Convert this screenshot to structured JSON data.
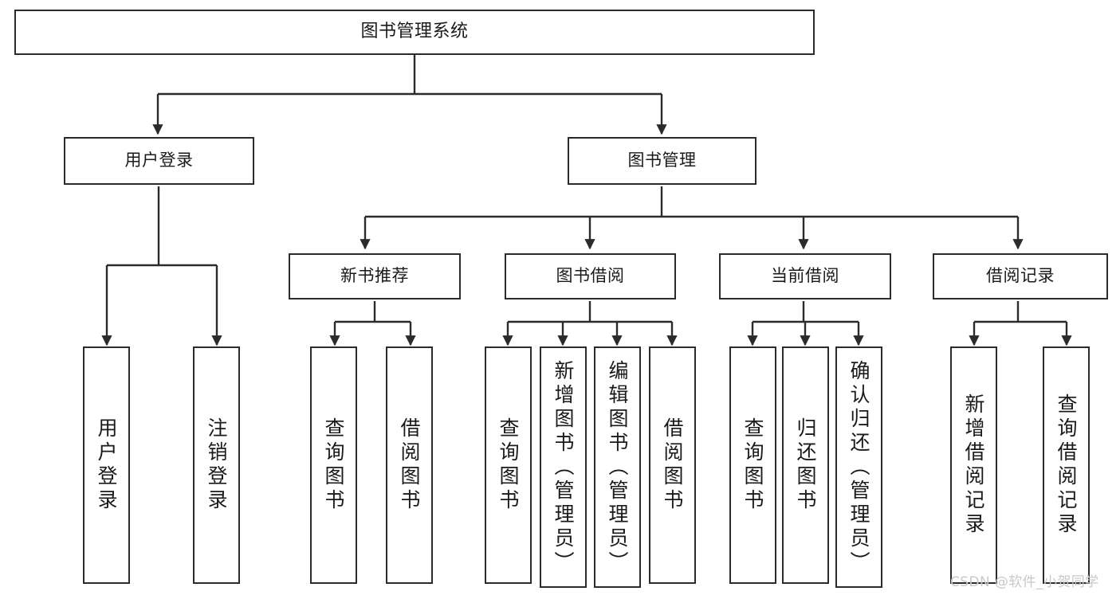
{
  "diagram": {
    "title": "图书管理系统",
    "watermark": "CSDN @软件_小贺同学",
    "colors": {
      "box_border": "#2b2b2b",
      "box_fill": "#ffffff",
      "edge": "#2b2b2b",
      "text": "#1a1a1a",
      "watermark": "#c9c9c9",
      "background": "#ffffff"
    },
    "nodes": {
      "root": {
        "label": "图书管理系统"
      },
      "level2": [
        {
          "label": "用户登录"
        },
        {
          "label": "图书管理"
        }
      ],
      "level3": [
        {
          "label": "新书推荐"
        },
        {
          "label": "图书借阅"
        },
        {
          "label": "当前借阅"
        },
        {
          "label": "借阅记录"
        }
      ],
      "leaves": {
        "user_login": [
          {
            "label": "用户登录"
          },
          {
            "label": "注销登录"
          }
        ],
        "new_book_recommend": [
          {
            "label": "查询图书"
          },
          {
            "label": "借阅图书"
          }
        ],
        "book_borrow": [
          {
            "label": "查询图书"
          },
          {
            "label": "新增图书（管理员）"
          },
          {
            "label": "编辑图书（管理员）"
          },
          {
            "label": "借阅图书"
          }
        ],
        "current_borrow": [
          {
            "label": "查询图书"
          },
          {
            "label": "归还图书"
          },
          {
            "label": "确认归还（管理员）"
          }
        ],
        "borrow_records": [
          {
            "label": "新增借阅记录"
          },
          {
            "label": "查询借阅记录"
          }
        ]
      }
    }
  }
}
